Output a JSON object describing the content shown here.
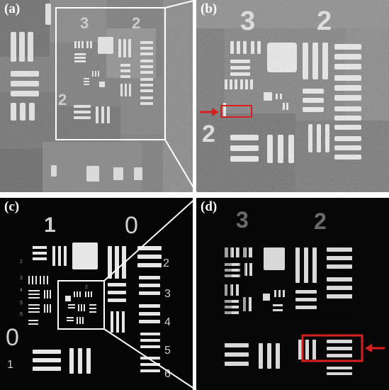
{
  "panels": {
    "a": {
      "label": "(a)"
    },
    "b": {
      "label": "(b)"
    },
    "c": {
      "label": "(c)"
    },
    "d": {
      "label": "(d)"
    }
  },
  "colors": {
    "highlight": "#d62020",
    "arrow": "#d62020",
    "frame": "#ffffff",
    "bright_bar": "#e8e8e8",
    "dark_background": "#050505",
    "gray_background": "#7d7d7d"
  },
  "annotations": {
    "b_arrow": "red-arrow-pointing-right",
    "d_arrow": "red-arrow-pointing-left"
  }
}
